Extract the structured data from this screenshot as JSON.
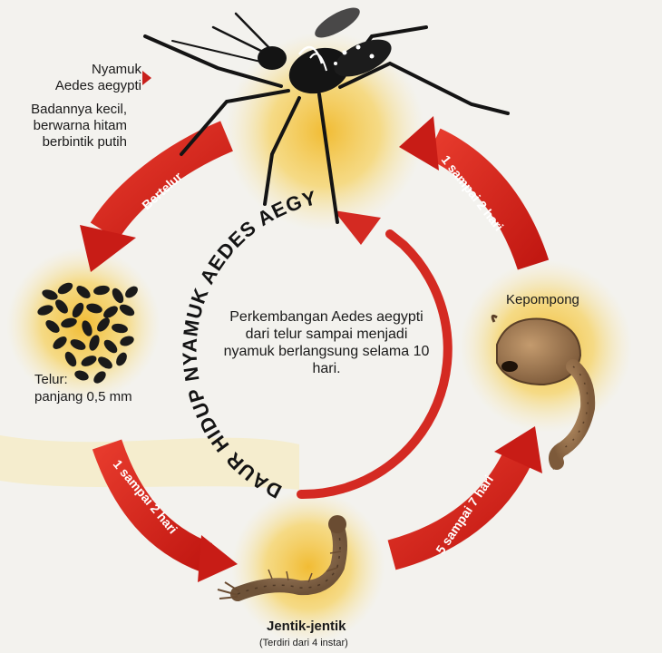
{
  "diagram": {
    "title": "DAUR HIDUP NYAMUK AEDES AEGYPTI",
    "center_text": "Perkembangan Aedes aegypti dari telur sampai menjadi nyamuk berlangsung selama 10 hari.",
    "mosquito": {
      "name_line1": "Nyamuk",
      "name_line2": "Aedes aegypti",
      "desc_line1": "Badannya kecil,",
      "desc_line2": "berwarna hitam",
      "desc_line3": "berbintik putih"
    },
    "eggs": {
      "label_line1": "Telur:",
      "label_line2": "panjang 0,5 mm"
    },
    "larva": {
      "label": "Jentik-jentik",
      "sublabel": "(Terdiri dari 4 instar)"
    },
    "pupa": {
      "label": "Kepompong"
    },
    "arrows": {
      "mosquito_to_eggs": "Bertelur",
      "eggs_to_larva": "1 sampai 2 hari",
      "larva_to_pupa": "5 sampai 7 hari",
      "pupa_to_mosquito": "1 sampai 2 hari"
    },
    "colors": {
      "arrow_red": "#d8241e",
      "glow_yellow": "#f3c63a",
      "body_dark": "#141414",
      "larva_brown": "#8a6a4c",
      "pupa_brown": "#a8825b"
    }
  }
}
